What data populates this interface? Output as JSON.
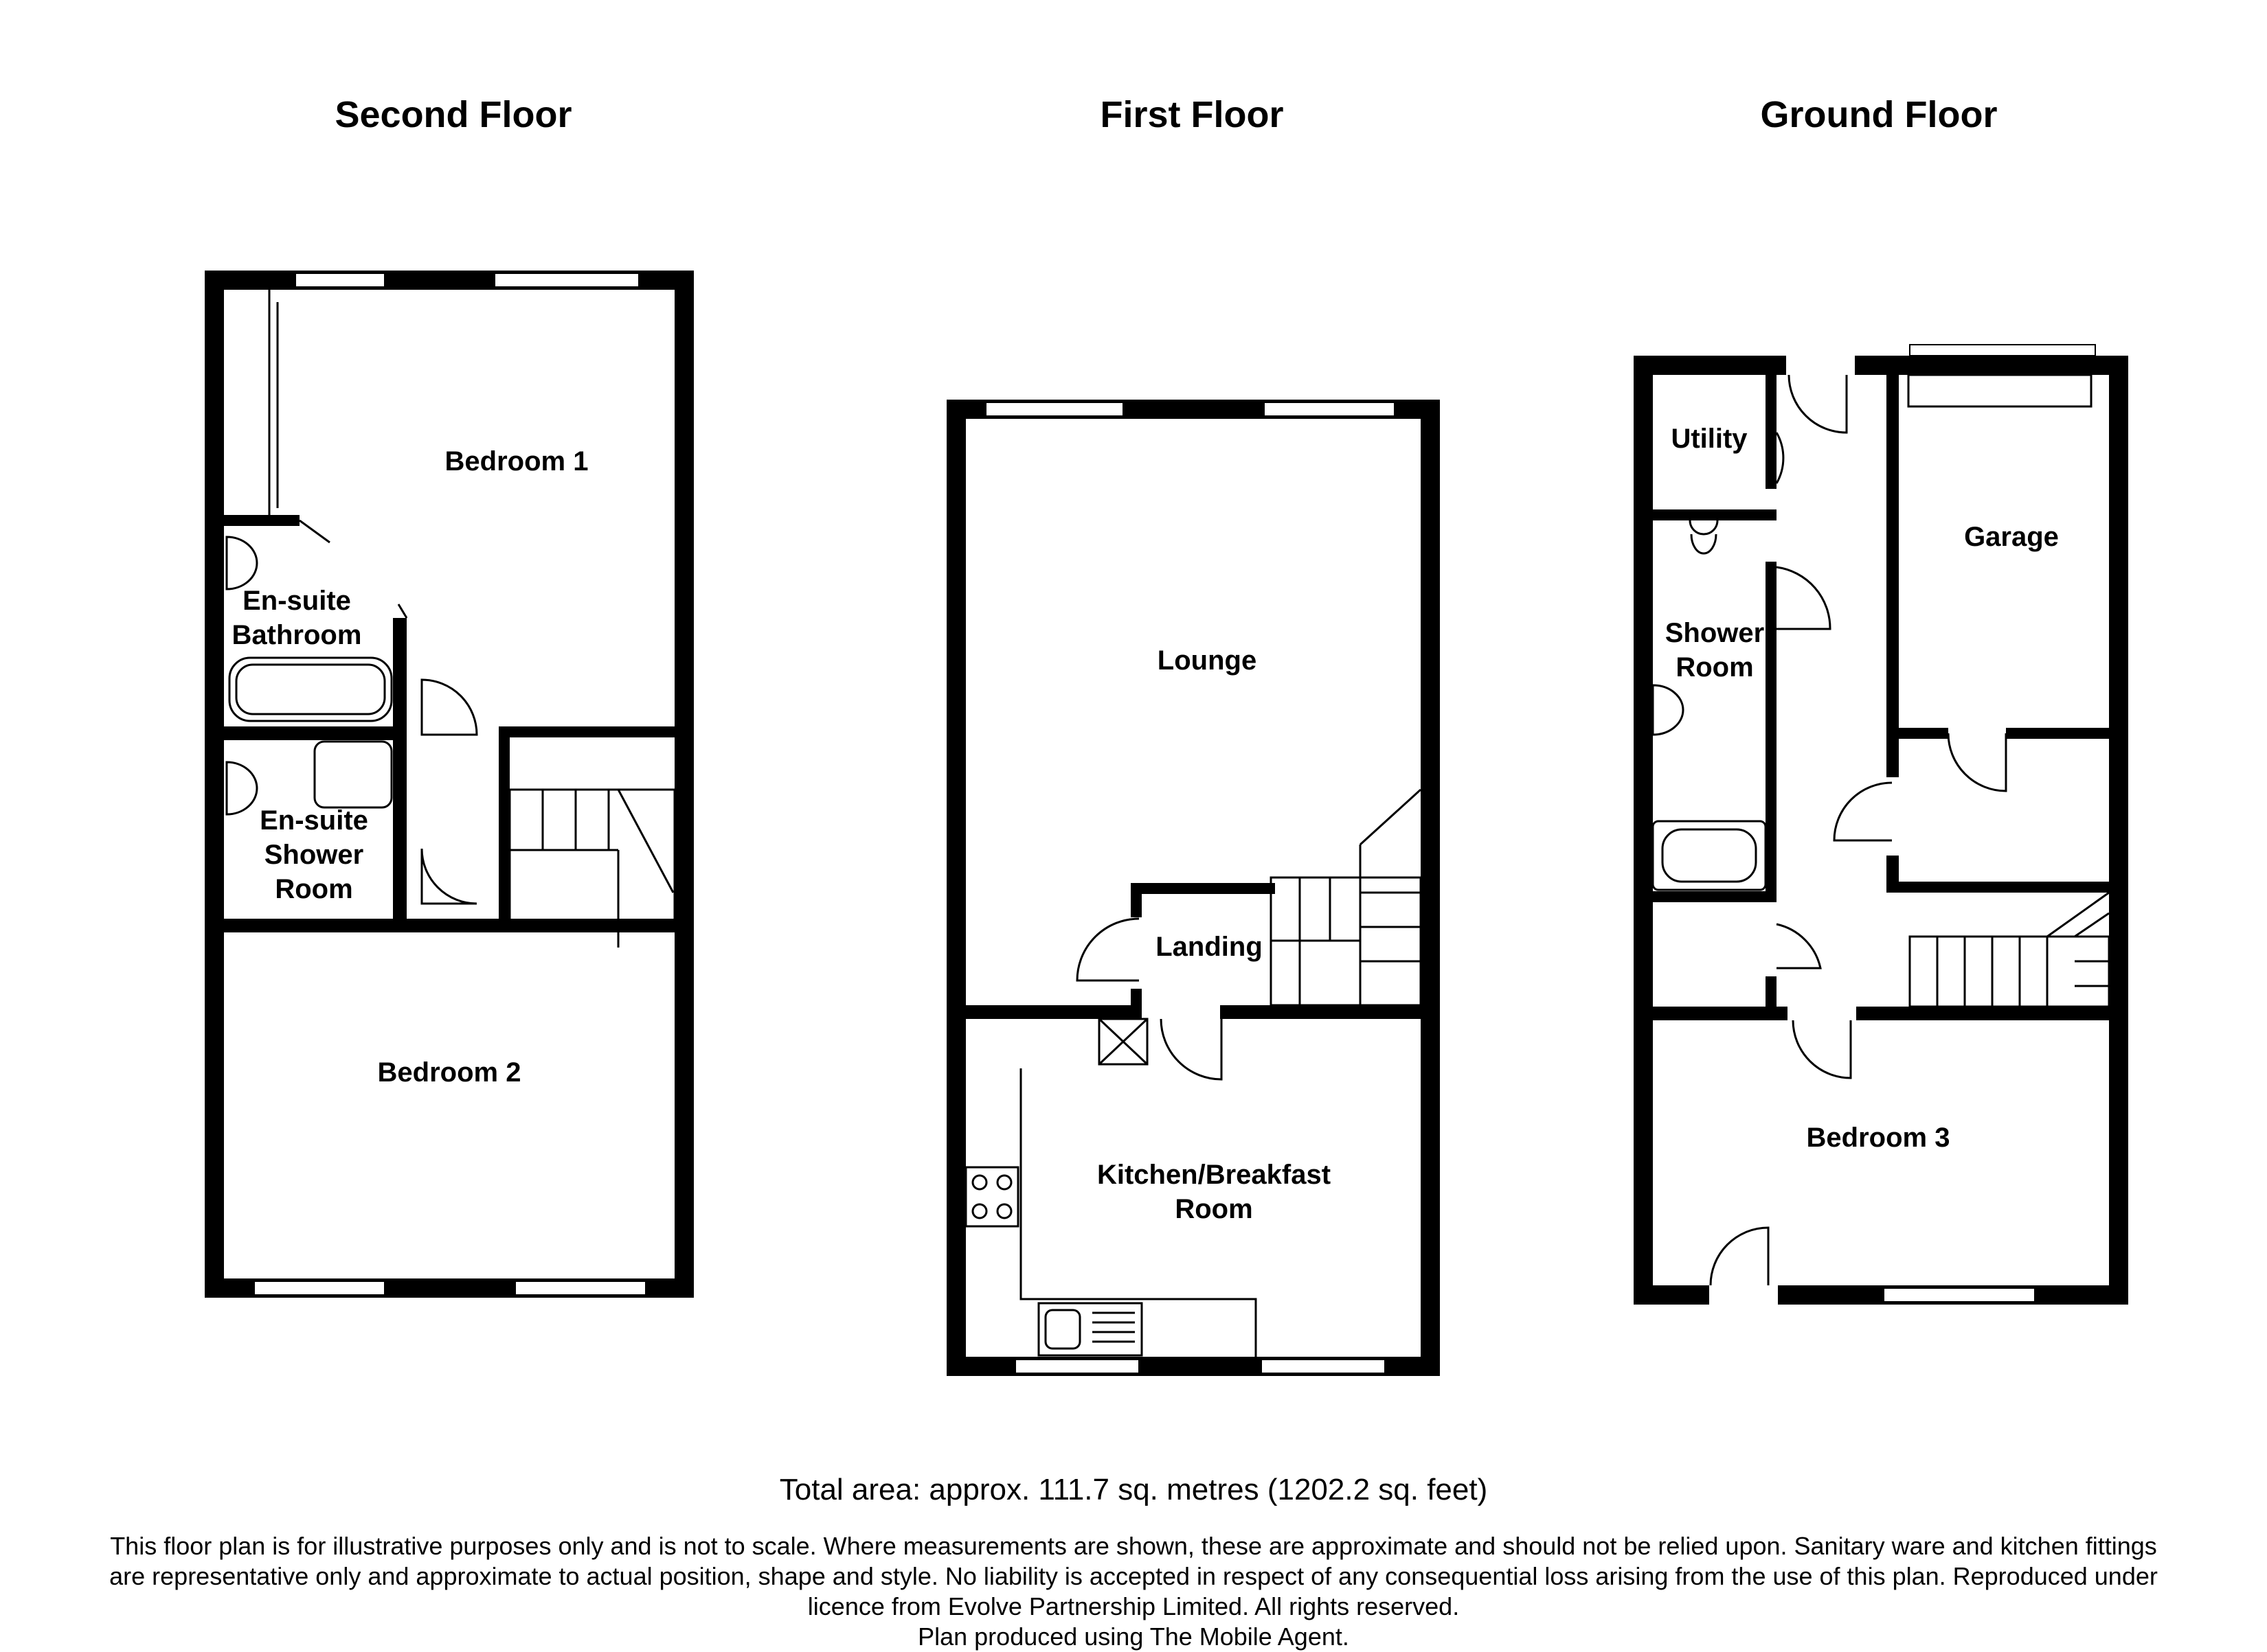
{
  "floors": {
    "second": {
      "title": "Second Floor",
      "rooms": {
        "bedroom1": "Bedroom 1",
        "ensuite_bath_l1": "En-suite",
        "ensuite_bath_l2": "Bathroom",
        "ensuite_shower_l1": "En-suite",
        "ensuite_shower_l2": "Shower",
        "ensuite_shower_l3": "Room",
        "bedroom2": "Bedroom 2"
      }
    },
    "first": {
      "title": "First Floor",
      "rooms": {
        "lounge": "Lounge",
        "landing": "Landing",
        "kitchen_l1": "Kitchen/Breakfast",
        "kitchen_l2": "Room"
      }
    },
    "ground": {
      "title": "Ground Floor",
      "rooms": {
        "utility": "Utility",
        "garage": "Garage",
        "shower_l1": "Shower",
        "shower_l2": "Room",
        "bedroom3": "Bedroom 3"
      }
    }
  },
  "footer": {
    "total_area": "Total area: approx. 111.7 sq. metres (1202.2 sq. feet)",
    "disclaimer_1": "This floor plan is for illustrative purposes only and is not to scale.  Where measurements are shown, these are approximate and should not be relied upon. Sanitary ware and kitchen fittings",
    "disclaimer_2": "are representative only and approximate to actual position, shape and style.  No liability is accepted in respect of any consequential loss arising from the use of this plan. Reproduced under",
    "disclaimer_3": "licence from Evolve Partnership Limited. All rights reserved.",
    "disclaimer_4": "Plan produced using The Mobile Agent."
  },
  "colors": {
    "wall": "#000000",
    "background": "#ffffff"
  }
}
